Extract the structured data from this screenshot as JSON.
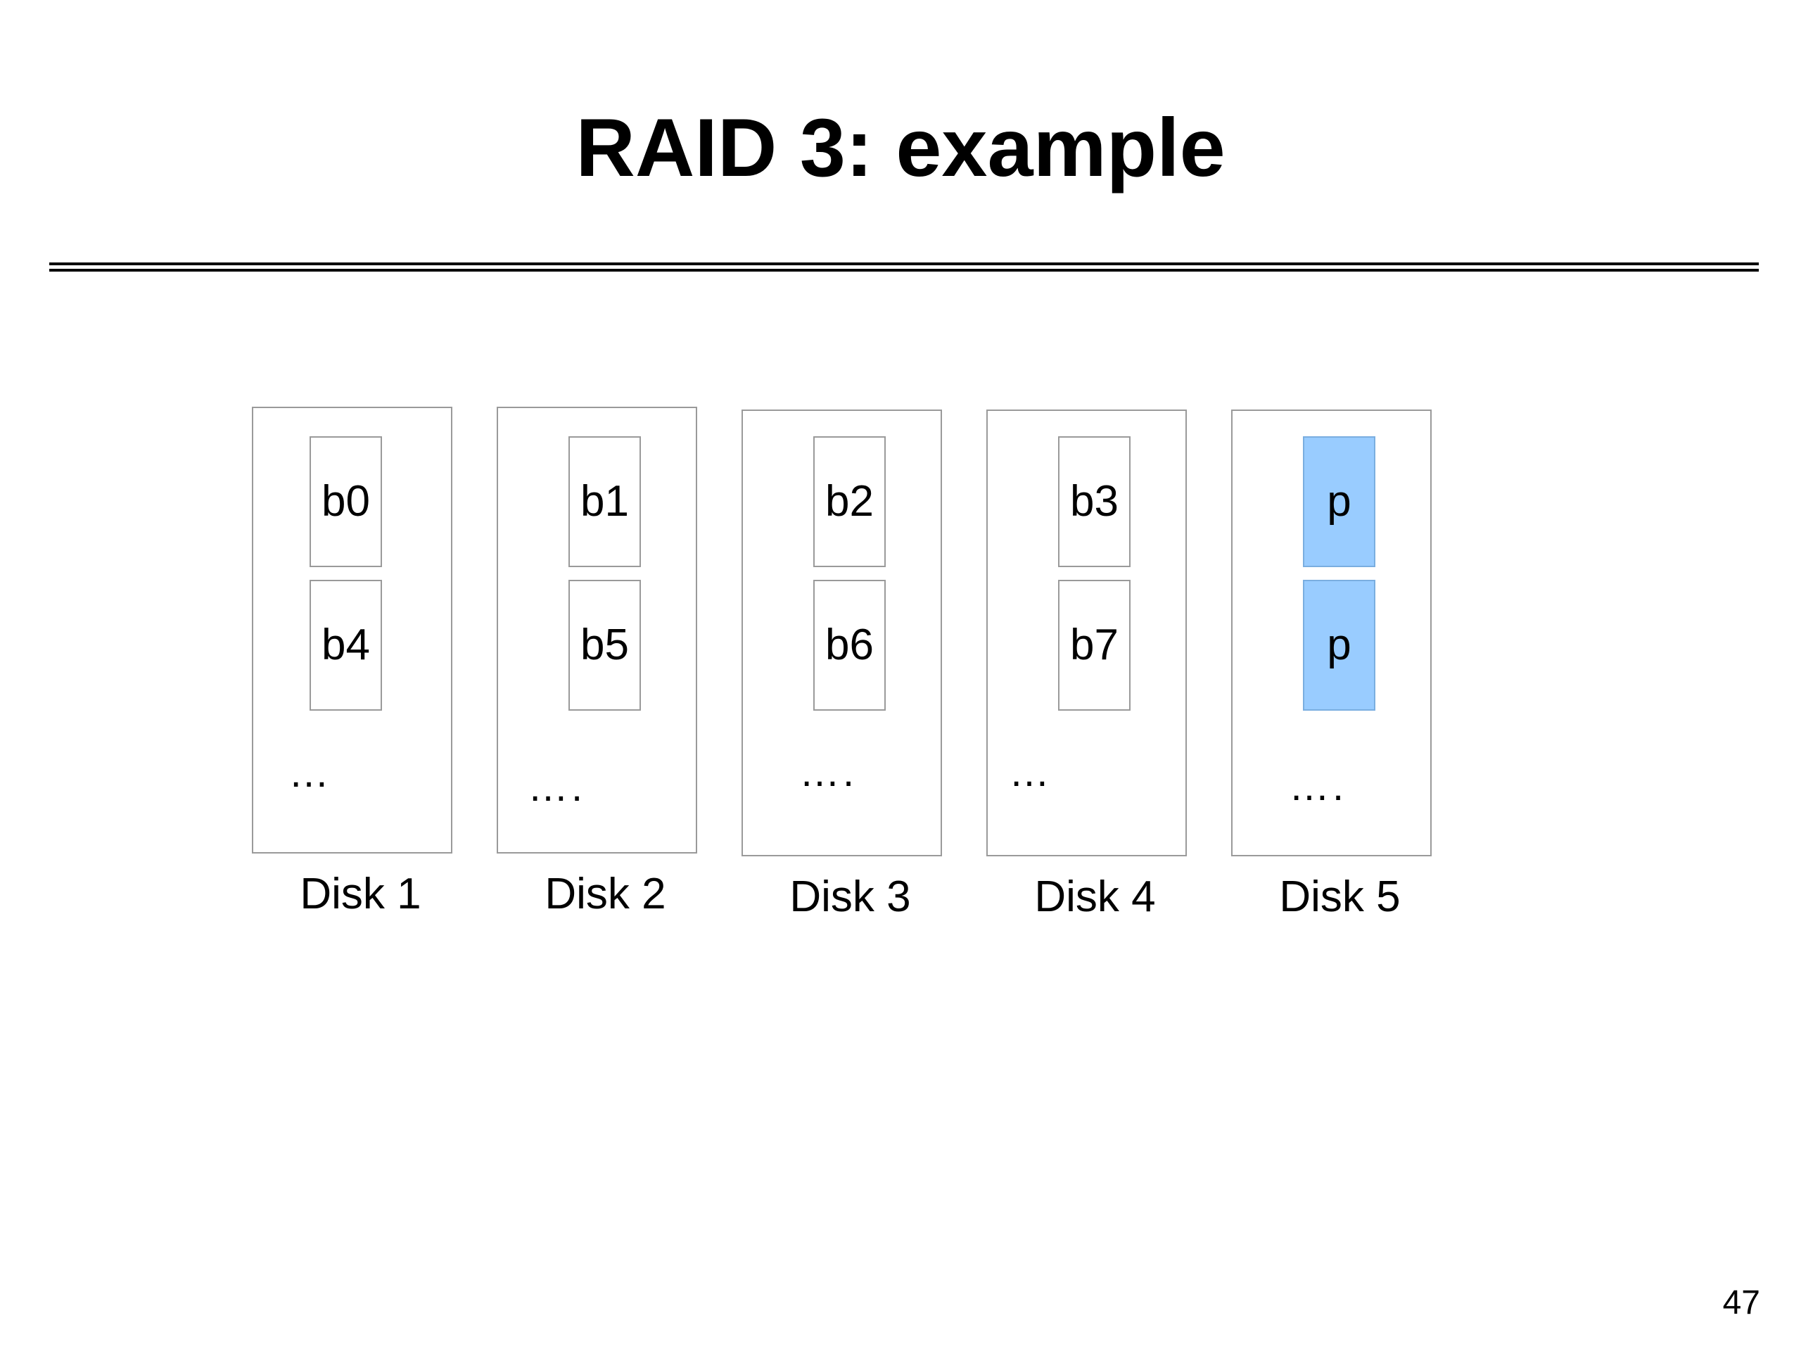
{
  "slide": {
    "title": "RAID 3: example",
    "page_number": "47"
  },
  "disks": [
    {
      "label": "Disk 1",
      "blocks": [
        "b0",
        "b4"
      ],
      "ellipsis": "…",
      "parity": false
    },
    {
      "label": "Disk 2",
      "blocks": [
        "b1",
        "b5"
      ],
      "ellipsis": "….",
      "parity": false
    },
    {
      "label": "Disk 3",
      "blocks": [
        "b2",
        "b6"
      ],
      "ellipsis": "….",
      "parity": false
    },
    {
      "label": "Disk 4",
      "blocks": [
        "b3",
        "b7"
      ],
      "ellipsis": "…",
      "parity": false
    },
    {
      "label": "Disk 5",
      "blocks": [
        "p",
        "p"
      ],
      "ellipsis": "….",
      "parity": true
    }
  ],
  "colors": {
    "parity_fill": "#99ccff",
    "outline": "#9a9a9a"
  }
}
